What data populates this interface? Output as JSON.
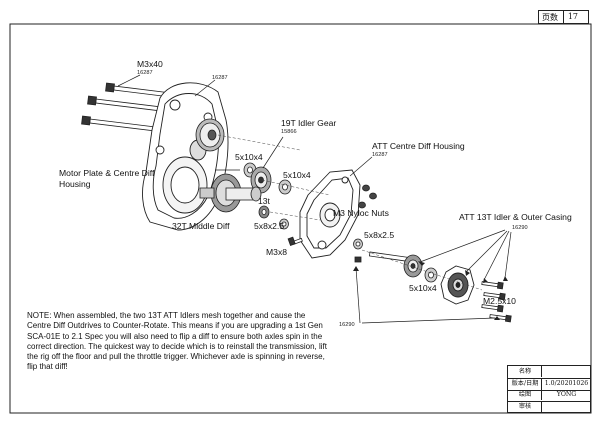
{
  "page_box": {
    "key": "页数",
    "value": "17"
  },
  "labels": {
    "m3x40": "M3x40",
    "idler_gear": "19T Idler Gear",
    "att_centre": "ATT Centre Diff Housing",
    "motor_plate": "Motor Plate & Centre Diff\nHousing",
    "w5x10x4_a": "5x10x4",
    "w5x10x4_b": "5x10x4",
    "t13": "13t",
    "m3_nyloc": "M3 Nyloc Nuts",
    "middle_diff": "32T Middle Diff",
    "w5x8x2_5_a": "5x8x2.5",
    "w5x8x2_5_b": "5x8x2.5",
    "m3x8": "M3x8",
    "att_13t": "ATT 13T Idler & Outer Casing",
    "w5x10x4_c": "5x10x4",
    "m2_5x10": "M2.5x10"
  },
  "part_numbers": {
    "p16287_a": "16287",
    "p16287_b": "16287",
    "p15866": "15866",
    "p16287_c": "16287",
    "p16290_a": "16290",
    "p16290_b": "16290"
  },
  "note": "NOTE: When assembled, the two 13T ATT Idlers mesh together and cause the Centre Diff Outdrives to Counter-Rotate. This means if you are upgrading a 1st Gen SCA-01E to 2.1 Spec you will also need to flip a diff to ensure both axles spin in the correct direction. The quickest way to decide which is to reinstall the transmission, lift the rig off the floor and pull the throttle trigger. Whichever axle is spinning in reverse, flip that diff!",
  "title_block": [
    {
      "key": "名称",
      "value": ""
    },
    {
      "key": "版本/日期",
      "value": "1.0/20201026"
    },
    {
      "key": "绘图",
      "value": "YONG"
    },
    {
      "key": "审核",
      "value": ""
    }
  ]
}
